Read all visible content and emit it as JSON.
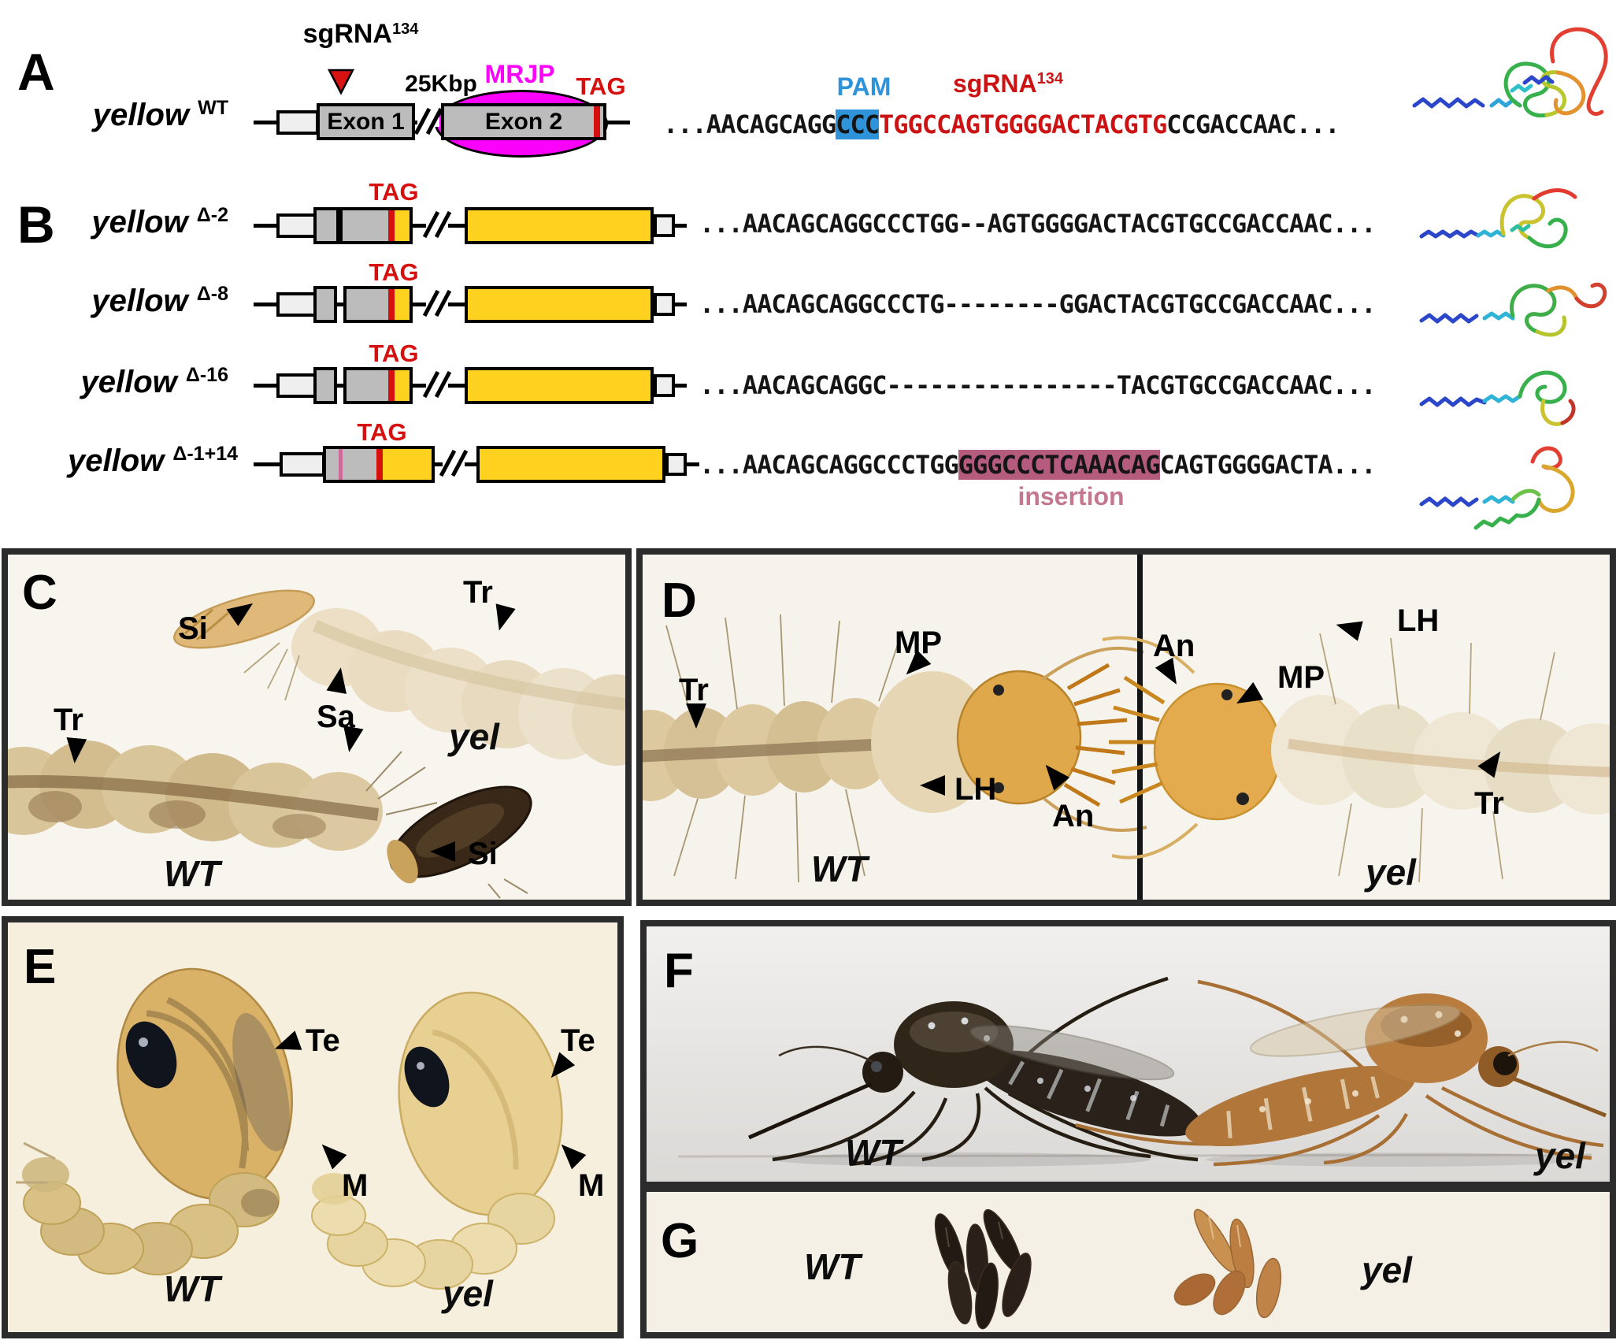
{
  "colors": {
    "exon_gray": "#bcbcbc",
    "utr_light": "#efefef",
    "cds_yellow": "#ffd21f",
    "tag_red": "#d6100f",
    "mrjp_magenta": "#fb02fb",
    "pam_blue": "#2e93d8",
    "sgrna_red": "#cc1212",
    "insertion_mauve": "#b55b7d",
    "insertion_text": "#c4788f",
    "marker_red": "#d61212"
  },
  "panel_a": {
    "label": "A",
    "sgrna_marker_label": {
      "base": "sgRNA",
      "sup": "134"
    },
    "gene_label": {
      "base": "yellow",
      "sup": "WT"
    },
    "intron_label": "25Kbp",
    "exon1_label": "Exon 1",
    "exon2_label": "Exon 2",
    "mrjp_label": "MRJP",
    "tag_label": "TAG",
    "pam_label": "PAM",
    "sgrna_seq_label": {
      "base": "sgRNA",
      "sup": "134"
    },
    "sequence": [
      {
        "text": "...AACAGCAGG",
        "kind": "plain"
      },
      {
        "text": "CCC",
        "kind": "pam"
      },
      {
        "text": "TGGCCAGTGGGGACTACGTG",
        "kind": "sgrna"
      },
      {
        "text": "CCGACCAAC...",
        "kind": "plain"
      }
    ]
  },
  "panel_b": {
    "label": "B",
    "rows": [
      {
        "gene_label": {
          "base": "yellow",
          "sup": "Δ-2"
        },
        "tag_label": "TAG",
        "sequence": [
          {
            "text": "...AACAGCAGGCCCTGG--AGTGGGGACTACGTGCCGACCAAC...",
            "kind": "plain"
          }
        ]
      },
      {
        "gene_label": {
          "base": "yellow",
          "sup": "Δ-8"
        },
        "tag_label": "TAG",
        "sequence": [
          {
            "text": "...AACAGCAGGCCCTG--------GGACTACGTGCCGACCAAC...",
            "kind": "plain"
          }
        ]
      },
      {
        "gene_label": {
          "base": "yellow",
          "sup": "Δ-16"
        },
        "tag_label": "TAG",
        "sequence": [
          {
            "text": "...AACAGCAGGC----------------TACGTGCCGACCAAC...",
            "kind": "plain"
          }
        ]
      },
      {
        "gene_label": {
          "base": "yellow",
          "sup": "Δ-1+14"
        },
        "tag_label": "TAG",
        "insertion_label": "insertion",
        "sequence": [
          {
            "text": "...AACAGCAGGCCCTGG",
            "kind": "plain"
          },
          {
            "text": "GGGCCCTCAAACAG",
            "kind": "insert"
          },
          {
            "text": "CAGTGGGGACTA...",
            "kind": "plain"
          }
        ]
      }
    ]
  },
  "panel_c": {
    "label": "C",
    "si_upper": "Si",
    "tr_upper": "Tr",
    "sa": "Sa",
    "tr_lower": "Tr",
    "si_lower": "Si",
    "yel": "yel",
    "wt": "WT"
  },
  "panel_d": {
    "label": "D",
    "wt_img": {
      "tr": "Tr",
      "mp": "MP",
      "lh": "LH",
      "an": "An",
      "genotype": "WT"
    },
    "yel_img": {
      "an": "An",
      "lh": "LH",
      "mp": "MP",
      "tr": "Tr",
      "genotype": "yel"
    }
  },
  "panel_e": {
    "label": "E",
    "te_wt": "Te",
    "m_wt": "M",
    "te_yel": "Te",
    "m_yel": "M",
    "wt": "WT",
    "yel": "yel"
  },
  "panel_f": {
    "label": "F",
    "wt": "WT",
    "yel": "yel"
  },
  "panel_g": {
    "label": "G",
    "wt": "WT",
    "yel": "yel"
  }
}
